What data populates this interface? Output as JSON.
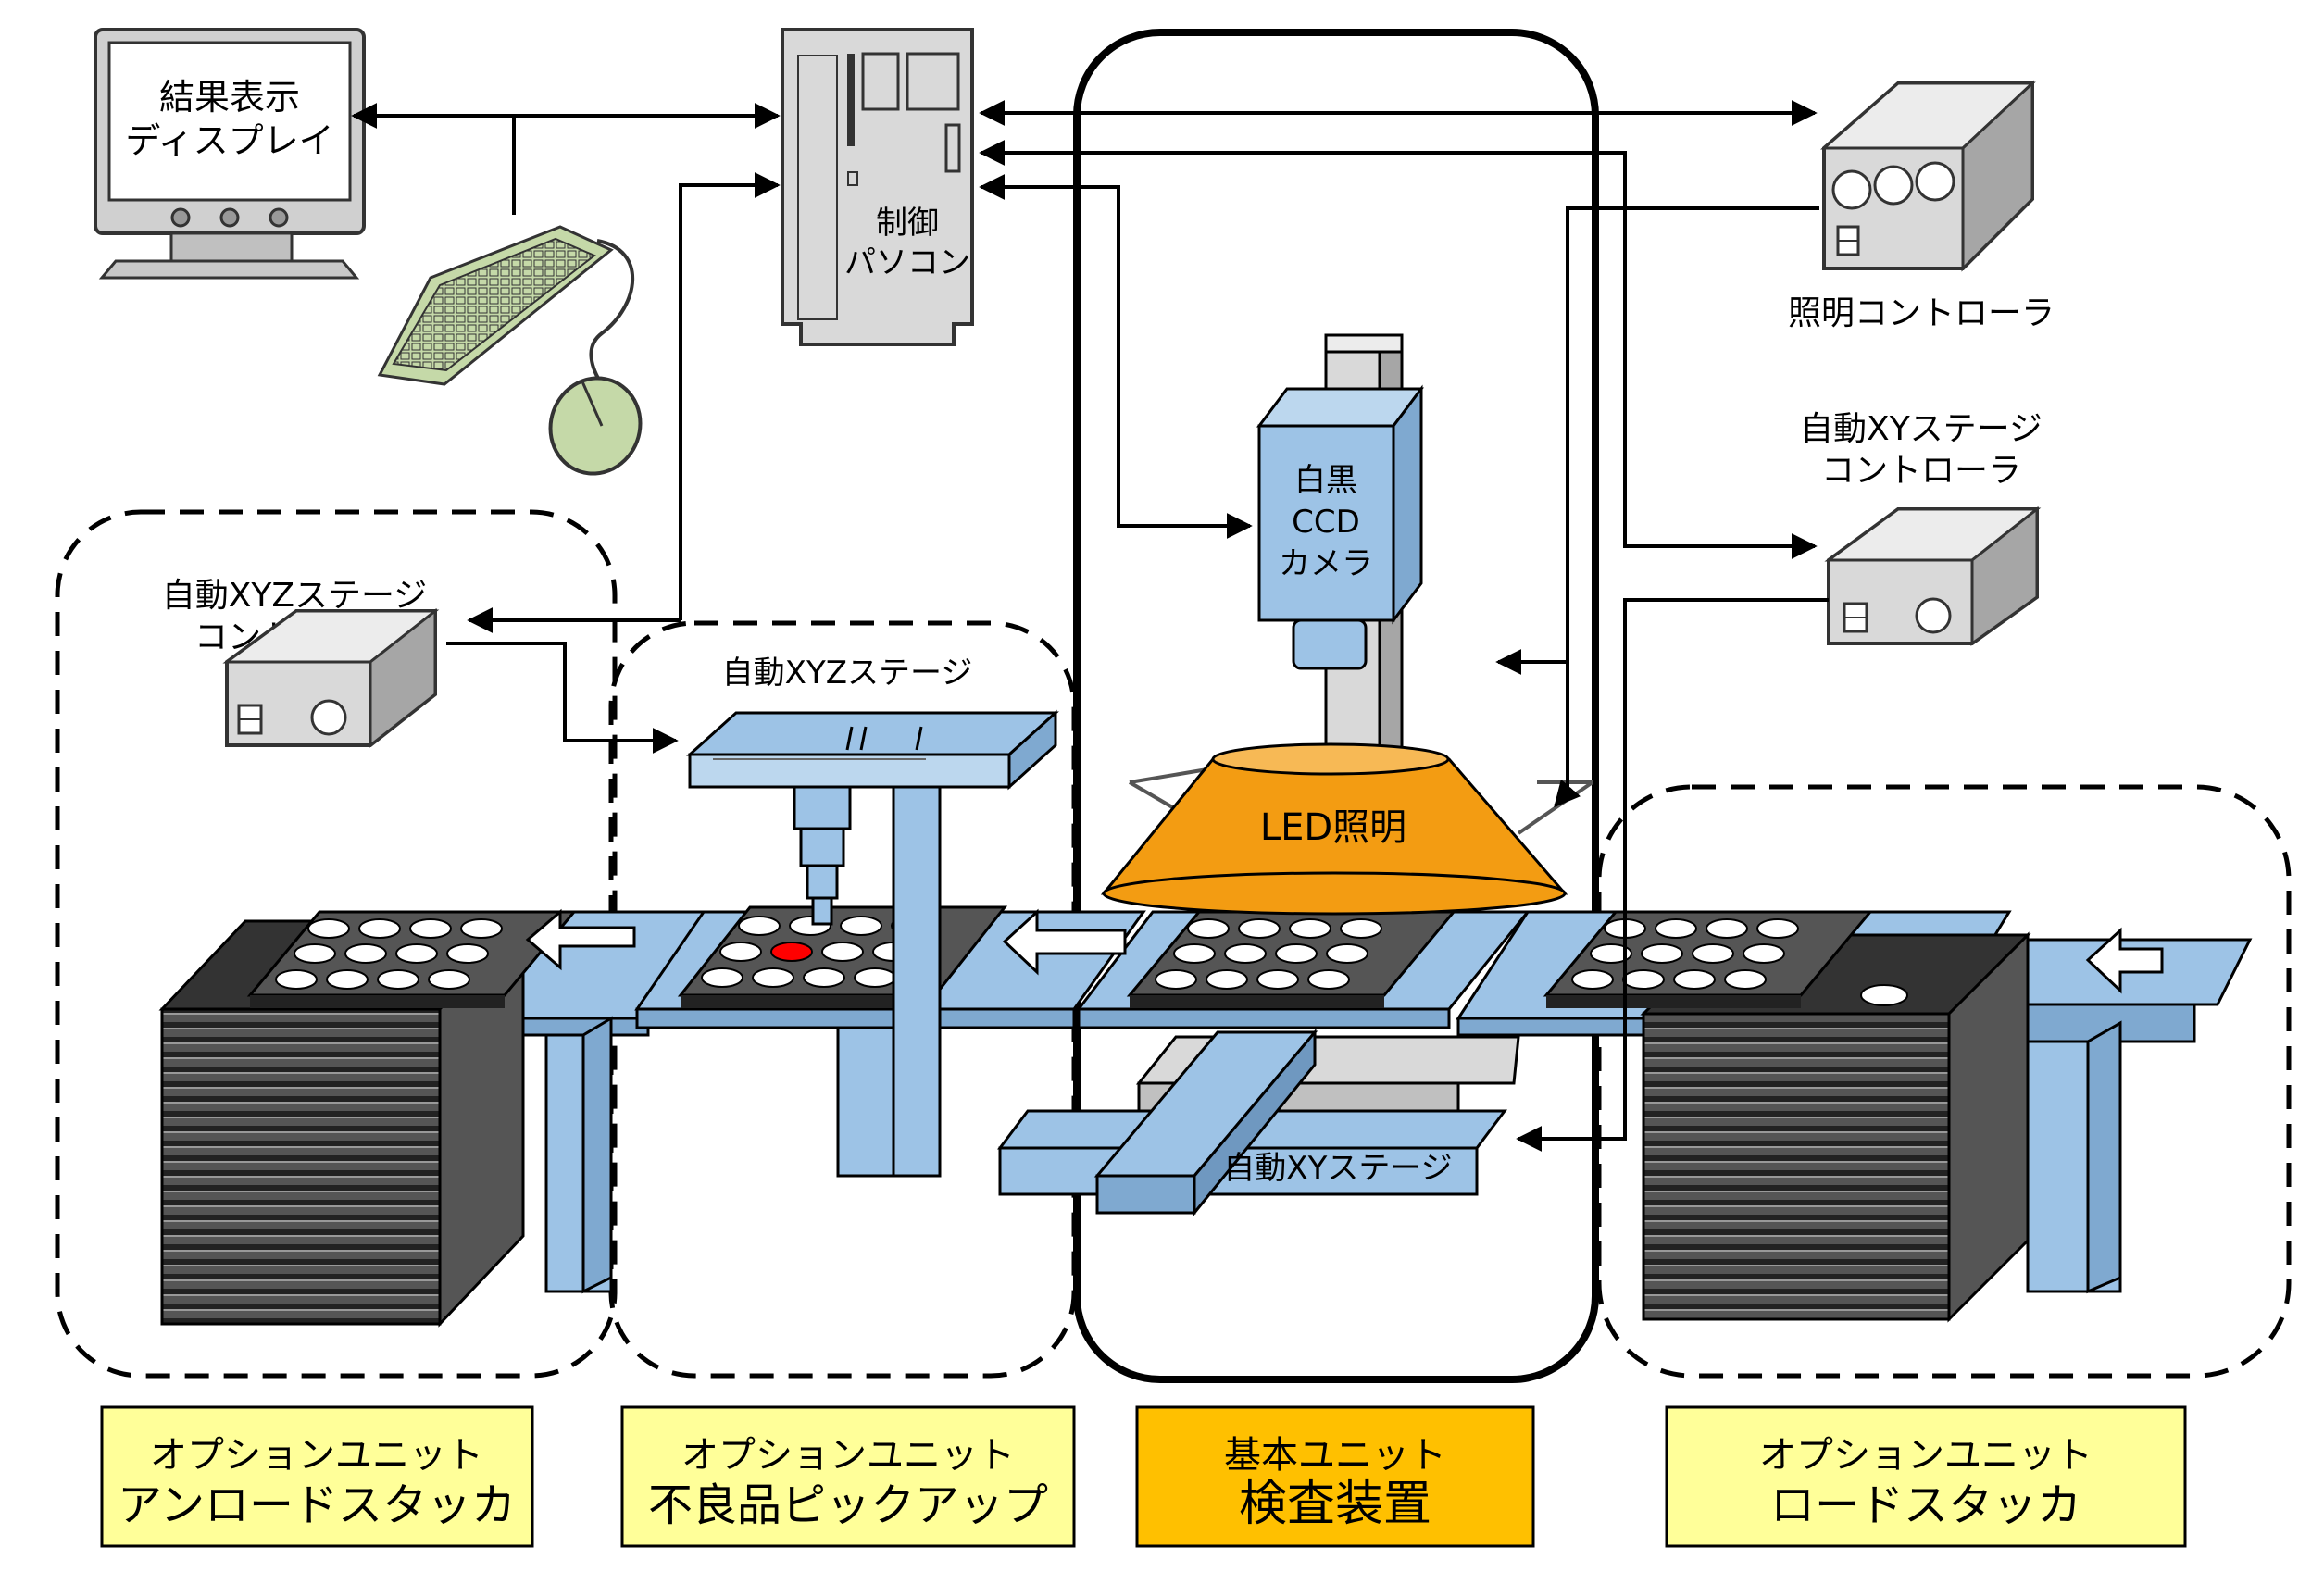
{
  "labels": {
    "display": [
      "結果表示",
      "ディスプレイ"
    ],
    "pc": [
      "制御",
      "パソコン"
    ],
    "light_controller": "照明コントローラ",
    "xy_controller": [
      "自動XYステージ",
      "コントローラ"
    ],
    "xyz_controller": [
      "自動XYZステージ",
      "コントローラ"
    ],
    "xyz_stage": "自動XYZステージ",
    "camera": [
      "白黒",
      "CCD",
      "カメラ"
    ],
    "led": "LED照明",
    "xy_stage": "自動XYステージ"
  },
  "units": [
    {
      "line1": "オプションユニット",
      "line2": "アンロードスタッカ"
    },
    {
      "line1": "オプションユニット",
      "line2": "不良品ピックアップ"
    },
    {
      "line1": "基本ユニット",
      "line2": "検査装置"
    },
    {
      "line1": "オプションユニット",
      "line2": "ロードスタッカ"
    }
  ],
  "colors": {
    "conveyor": "#9dc3e6",
    "led": "#f39c12",
    "unit_box": "#ffff99",
    "basic_unit_box": "#ffc000",
    "defect": "#ff0000",
    "device_grey": "#d9d9d9",
    "keyboard": "#c5d9a8"
  }
}
